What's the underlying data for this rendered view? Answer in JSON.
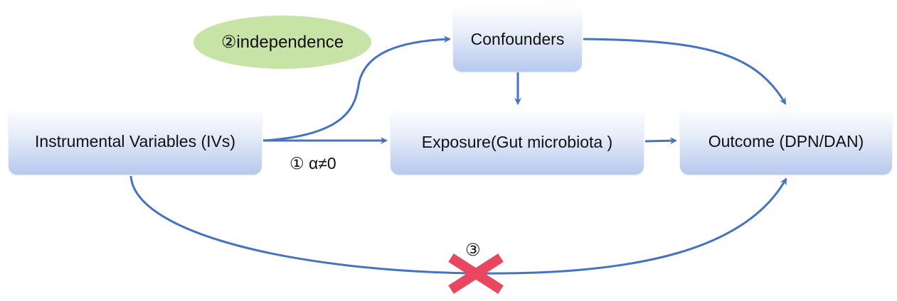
{
  "nodes": {
    "ivs": "Instrumental Variables (IVs)",
    "confounders": "Confounders",
    "exposure": "Exposure(Gut microbiota )",
    "outcome": "Outcome (DPN/DAN)"
  },
  "annotations": {
    "independence": "②independence",
    "relevance": "① α≠0",
    "exclusion": "③"
  },
  "colors": {
    "arrow": "#4472c4",
    "cross": "#e8475f",
    "badge": "#c8e3a6"
  }
}
